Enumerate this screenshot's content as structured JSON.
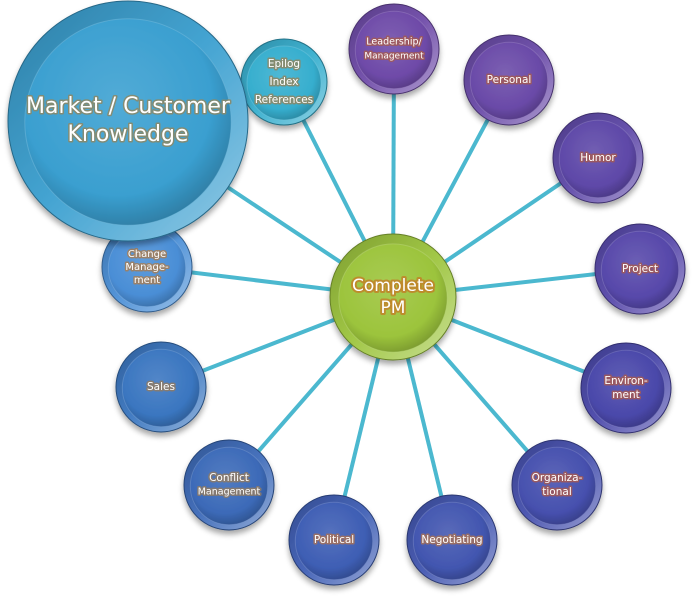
{
  "diagram": {
    "type": "hub-and-spoke bubble diagram",
    "connector_color": "#4bb8cf",
    "center": {
      "id": "complete-pm",
      "lines": [
        "Complete",
        "PM"
      ],
      "color": "#9cc43c",
      "halo": "#c0862a"
    },
    "nodes": [
      {
        "id": "market-customer-knowledge",
        "lines": [
          "Market / Customer",
          "Knowledge"
        ],
        "color": "#3a9fd0",
        "halo": "#8a8a6a",
        "size": "large"
      },
      {
        "id": "epilog-index-references",
        "lines": [
          "Epilog",
          "Index",
          "References"
        ],
        "color": "#36aece",
        "halo": "#8a8a6a",
        "size": "small"
      },
      {
        "id": "leadership-management",
        "lines": [
          "Leadership/",
          "Management"
        ],
        "color": "#6e4aa8",
        "halo": "#a05a5a",
        "size": "small"
      },
      {
        "id": "personal",
        "lines": [
          "Personal"
        ],
        "color": "#6a4aa8",
        "halo": "#a05a5a",
        "size": "small"
      },
      {
        "id": "humor",
        "lines": [
          "Humor"
        ],
        "color": "#5e48a8",
        "halo": "#a05a5a",
        "size": "small"
      },
      {
        "id": "project",
        "lines": [
          "Project"
        ],
        "color": "#5748aa",
        "halo": "#a05a5a",
        "size": "small"
      },
      {
        "id": "environment",
        "lines": [
          "Environ-",
          "ment"
        ],
        "color": "#4a48aa",
        "halo": "#a05a5a",
        "size": "small"
      },
      {
        "id": "organizational",
        "lines": [
          "Organiza-",
          "tional"
        ],
        "color": "#4650ae",
        "halo": "#a05a5a",
        "size": "small"
      },
      {
        "id": "negotiating",
        "lines": [
          "Negotiating"
        ],
        "color": "#4256b0",
        "halo": "#a07060",
        "size": "small"
      },
      {
        "id": "political",
        "lines": [
          "Political"
        ],
        "color": "#3e5eb4",
        "halo": "#a07060",
        "size": "small"
      },
      {
        "id": "conflict-management",
        "lines": [
          "Conflict",
          "Management"
        ],
        "color": "#3c6ab8",
        "halo": "#8a7a6a",
        "size": "small"
      },
      {
        "id": "sales",
        "lines": [
          "Sales"
        ],
        "color": "#3a76c0",
        "halo": "#8a7a6a",
        "size": "small"
      },
      {
        "id": "change-management",
        "lines": [
          "Change",
          "Manage-",
          "ment"
        ],
        "color": "#4a8ed6",
        "halo": "#a08060",
        "size": "small"
      }
    ]
  }
}
